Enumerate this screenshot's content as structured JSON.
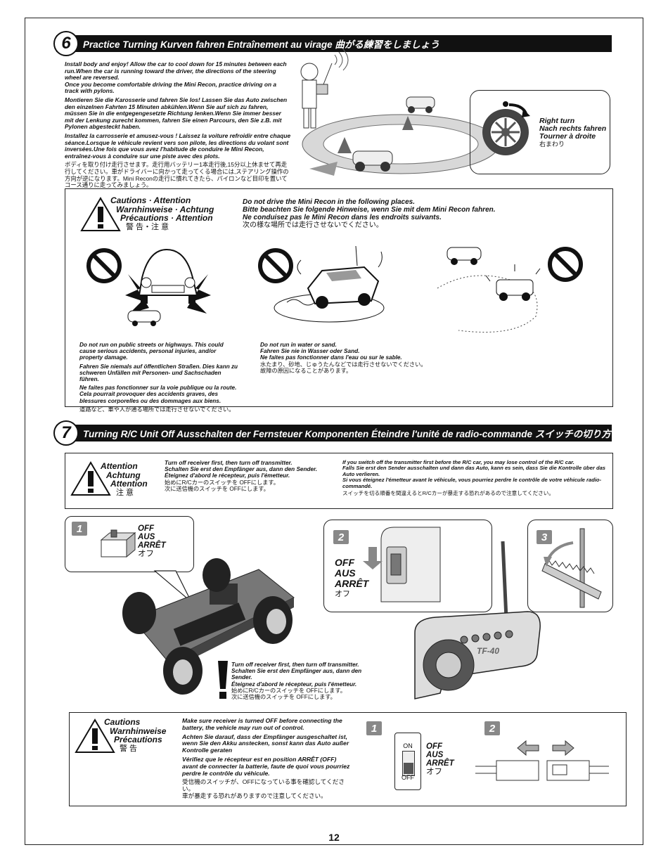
{
  "page_number": "12",
  "section6": {
    "number": "6",
    "title": "Practice Turning    Kurven fahren    Entraînement au virage   曲がる練習をしましょう",
    "paragraphs": [
      "Install body and enjoy!  Allow the car to cool down for 15 minutes between each run.When the car is running toward the driver, the directions of the steering wheel are reversed.",
      "Once you become comfortable driving the Mini Recon, practice driving on a track with pylons.",
      "Montieren Sie die Karosserie und fahren Sie los! Lassen Sie das Auto zwischen den einzelnen Fahrten 15 Minuten abkühlen.Wenn Sie auf sich zu fahren, müssen Sie in die entgegengesetzte Richtung lenken.Wenn Sie immer besser mit der Lenkung zurecht kommen, fahren Sie einen Parcours, den Sie z.B. mit Pylonen abgesteckt haben.",
      "Installez la carrosserie et amusez-vous ! Laissez la voiture refroidir entre chaque séance.Lorsque le véhicule revient vers son pilote, les directions du volant sont inversées.Une fois que vous avez l'habitude de conduire le Mini Recon, entraînez-vous à conduire sur une piste avec des plots.",
      "ボディを取り付け走行させます。走行用バッテリー1本走行後,15分以上休ませて再走行してください。車がドライバーに向かって走ってくる場合には,ステアリング操作の方向が逆になります。Mini Reconの走行に慣れてきたら、パイロンなど目印を置いてコース通りに走ってみましょう。"
    ],
    "right_turn": [
      "Right turn",
      "Nach rechts fahren",
      "Tourner à droite",
      "右まわり"
    ],
    "caution_title": [
      "Cautions · Attention",
      "Warnhinweise · Achtung",
      "Précautions · Attention",
      "警 告・注 意"
    ],
    "do_not_drive": [
      "Do not drive the Mini Recon in the following places.",
      "Bitte beachten Sie folgende Hinweise, wenn Sie mit dem Mini Recon fahren.",
      "Ne conduisez pas le Mini Recon dans les endroits suivants.",
      "次の様な場所では走行させないでください。"
    ],
    "streets": [
      "Do not run on public streets or highways. This could cause serious accidents, personal injuries, and/or property damage.",
      "Fahren Sie niemals auf öffentlichen Straßen. Dies kann zu schweren Unfällen mit Personen- und Sachschaden führen.",
      "Ne faites pas fonctionner sur la voie publique ou la route. Cela pourrait provoquer des accidents graves, des blessures corporelles ou des dommages aux biens.",
      "道路など、車や人が通る場所では走行させないでください。"
    ],
    "water": [
      "Do not run in water or sand.",
      "Fahren Sie nie in Wasser oder Sand.",
      "Ne faites pas fonctionner dans l'eau ou sur le sable.",
      "水たまり、砂地、じゅうたんなどでは走行させないでください。",
      "故障の原因になることがあります。"
    ]
  },
  "section7": {
    "number": "7",
    "title": "Turning R/C Unit Off    Ausschalten der Fernsteuer Komponenten   Éteindre l'unité de radio-commande    スイッチの切り方",
    "attention_title": [
      "Attention",
      "Achtung",
      "Attention",
      "注 意"
    ],
    "attention_left": [
      "Turn off receiver first, then turn off transmitter.",
      "Schalten Sie erst den Empfänger aus, dann den Sender.",
      "Éteignez d'abord le récepteur, puis l'émetteur.",
      "始めにR/Cカーのスイッチを OFFにします。",
      "次に送信機のスイッチを OFFにします。"
    ],
    "attention_right": [
      "If you switch off the transmitter first before the R/C car, you may lose control of the R/C car.",
      "Falls Sie erst den Sender ausschalten und dann das Auto, kann es sein, dass Sie die Kontrolle über das Auto verlieren.",
      "Si vous éteignez l'émetteur avant le véhicule, vous pourriez perdre le contrôle de votre véhicule radio-commandé.",
      "スイッチを切る順番を間違えるとR/Cカーが暴走する恐れがあるので注意してください。"
    ],
    "off_labels": [
      "OFF",
      "AUS",
      "ARRÊT",
      "オフ"
    ],
    "step1": "1",
    "step2": "2",
    "step3": "3",
    "transmitter_model": "TF-40",
    "order_note": [
      "Turn off receiver first, then turn off transmitter.",
      "Schalten Sie erst den Empfänger aus, dann den Sender.",
      "Éteignez d'abord le récepteur, puis l'émetteur.",
      "始めにR/Cカーのスイッチを OFFにします。",
      "次に送信機のスイッチを OFFにします。"
    ],
    "cautions_title": [
      "Cautions",
      "Warnhinweise",
      "Précautions",
      "警 告"
    ],
    "cautions_text": [
      "Make sure receiver is turned OFF before connecting the battery, the vehicle may run out of control.",
      "Achten Sie darauf, dass der Empfänger ausgeschaltet ist, wenn Sie den Akku anstecken, sonst kann das Auto außer Kontrolle geraten",
      "Vérifiez que le récepteur est en position ARRÊT (OFF) avant de connecter la batterie, faute de quoi vous pourriez perdre le contrôle du véhicule.",
      "受信機のスイッチが、OFFになっている事を確認してください。",
      "車が暴走する恐れがありますので注意してください。"
    ],
    "switch_on": "ON",
    "switch_off": "OFF"
  }
}
